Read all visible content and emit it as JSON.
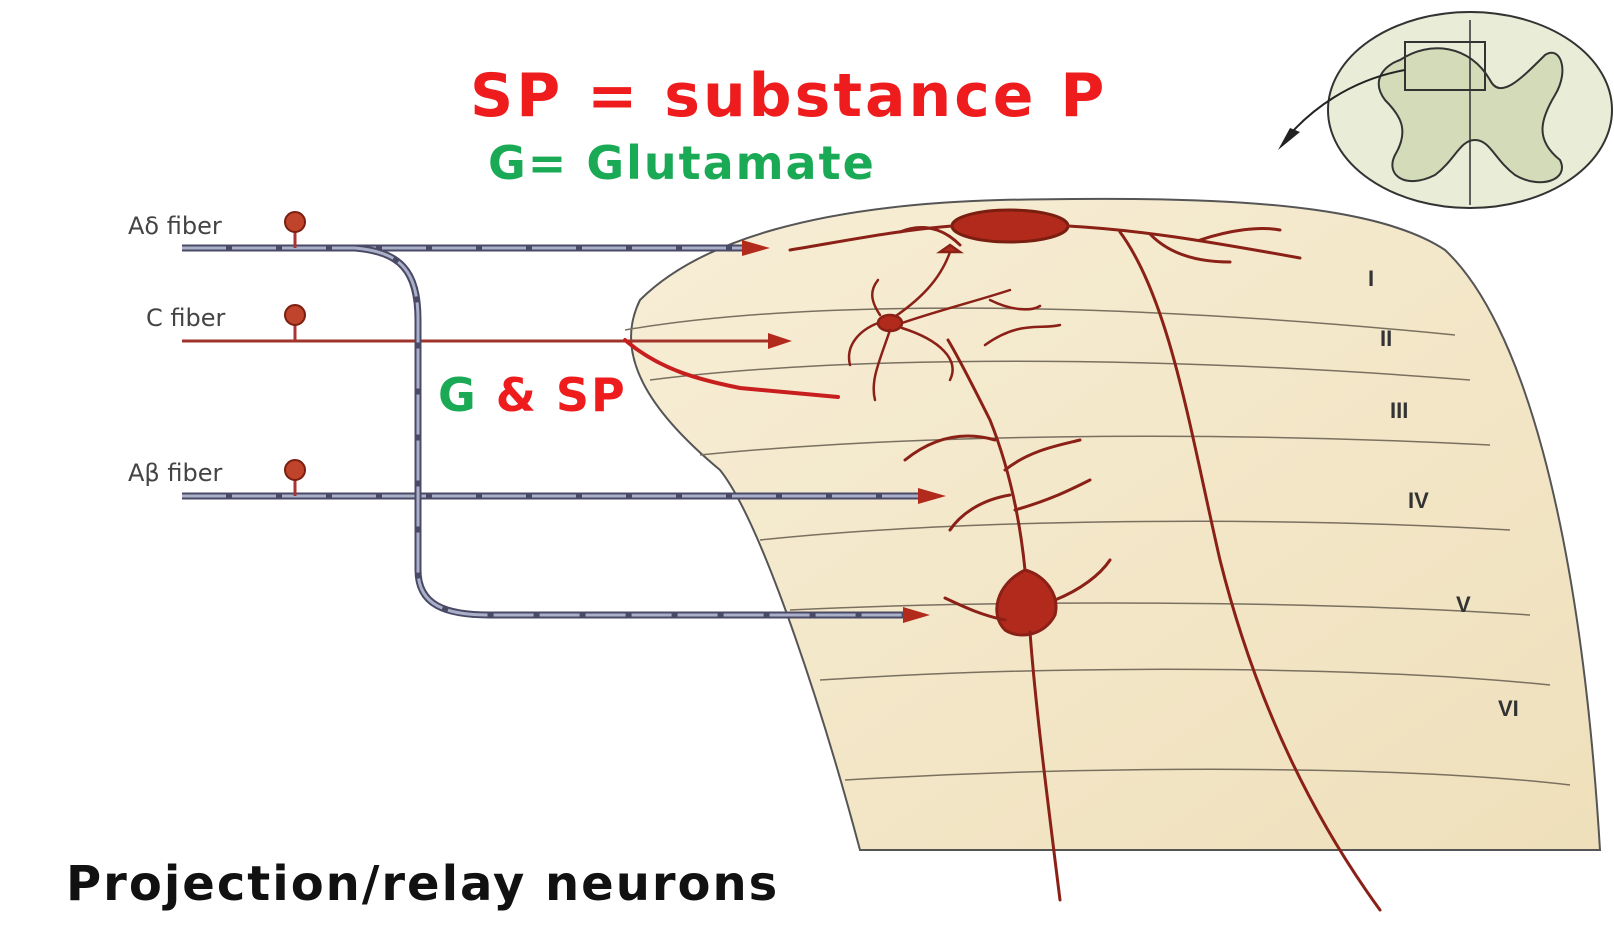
{
  "title": {
    "substance": "SP = substance P",
    "glutamate": "G= Glutamate"
  },
  "annotation": {
    "g": "G",
    "amp_sp": "& SP"
  },
  "fibers": {
    "a_delta": "Aδ fiber",
    "c": "C fiber",
    "a_beta": "Aβ fiber"
  },
  "laminae": [
    "I",
    "II",
    "III",
    "IV",
    "V",
    "VI"
  ],
  "caption": "Projection/relay neurons",
  "colors": {
    "neuron": "#b22a1c",
    "dorsal_horn": "#f4e8c8",
    "sp_red": "#ee1c1c",
    "glutamate_green": "#1aaa55",
    "myelin": "#7a7f9a"
  }
}
